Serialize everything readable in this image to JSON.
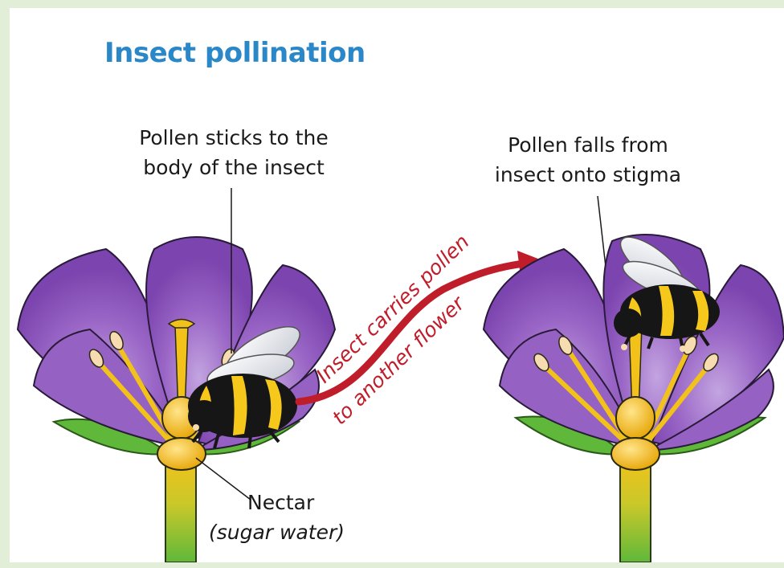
{
  "title": "Insect pollination",
  "labels": {
    "pollen_sticks_1": "Pollen sticks to the",
    "pollen_sticks_2": "body of the insect",
    "pollen_falls_1": "Pollen falls from",
    "pollen_falls_2": "insect onto stigma",
    "nectar": "Nectar",
    "nectar_sub": "(sugar water)",
    "arrow_1": "Insect carries pollen",
    "arrow_2": "to another flower"
  },
  "colors": {
    "page_bg": "#e3eed9",
    "title": "#2a87c8",
    "petal": "#8a52b8",
    "petal_light": "#b591d6",
    "stamen": "#f2c21a",
    "stem": "#5fb83a",
    "arrow": "#c01d2a",
    "bee_stripe": "#f6c81c"
  }
}
